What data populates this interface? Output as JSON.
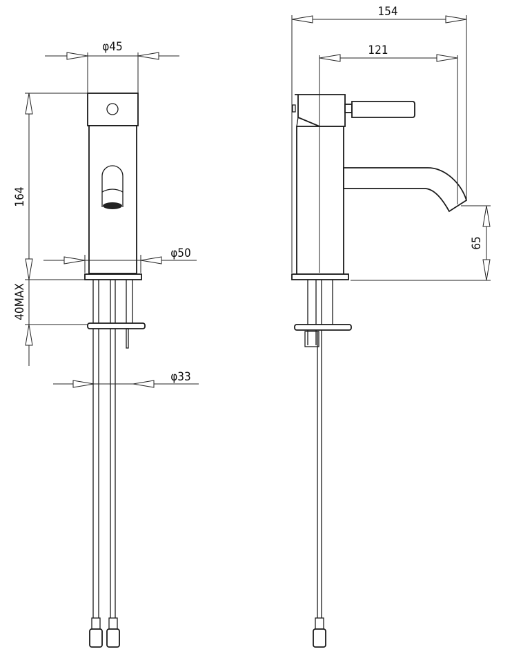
{
  "drawing": {
    "front_view": {
      "top_diameter": "φ45",
      "height": "164",
      "base_diameter": "φ50",
      "max_deck_thickness": "40MAX",
      "pipe_spacing_diameter": "φ33"
    },
    "side_view": {
      "overall_depth": "154",
      "spout_reach": "121",
      "spout_height": "65"
    }
  }
}
